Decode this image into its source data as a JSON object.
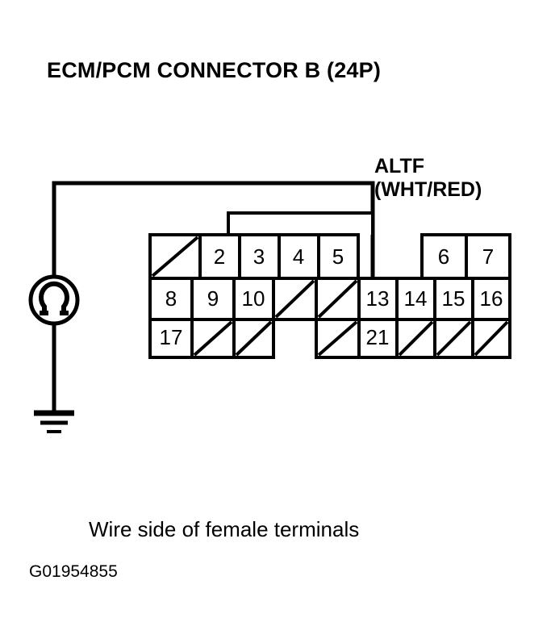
{
  "title": "ECM/PCM CONNECTOR B (24P)",
  "wire": {
    "signal_name": "ALTF",
    "wire_color": "(WHT/RED)",
    "terminal": 13
  },
  "caption": "Wire side of female terminals",
  "figure_id": "G01954855",
  "meter": {
    "symbol": "Ω",
    "name": "ohmmeter"
  },
  "connector": {
    "pin_count": 24,
    "rows": [
      {
        "row": 1,
        "cells": [
          {
            "label": "",
            "blank": true,
            "wide": true
          },
          {
            "label": "2",
            "blank": false
          },
          {
            "label": "3",
            "blank": false
          },
          {
            "label": "4",
            "blank": false
          },
          {
            "label": "5",
            "blank": false
          },
          {
            "label": "",
            "gap": true
          },
          {
            "label": "6",
            "blank": false
          },
          {
            "label": "7",
            "blank": false
          }
        ]
      },
      {
        "row": 2,
        "cells": [
          {
            "label": "8",
            "blank": false
          },
          {
            "label": "9",
            "blank": false
          },
          {
            "label": "10",
            "blank": false
          },
          {
            "label": "",
            "blank": true
          },
          {
            "label": "",
            "blank": true
          },
          {
            "label": "13",
            "blank": false
          },
          {
            "label": "14",
            "blank": false
          },
          {
            "label": "15",
            "blank": false
          },
          {
            "label": "16",
            "blank": false
          }
        ]
      },
      {
        "row": 3,
        "cells": [
          {
            "label": "17",
            "blank": false
          },
          {
            "label": "",
            "blank": true
          },
          {
            "label": "",
            "blank": true
          },
          {
            "label": "",
            "gap": true
          },
          {
            "label": "",
            "blank": true
          },
          {
            "label": "21",
            "blank": false
          },
          {
            "label": "",
            "blank": true
          },
          {
            "label": "",
            "blank": true
          },
          {
            "label": "",
            "blank": true
          }
        ]
      }
    ]
  },
  "colors": {
    "ink": "#000000",
    "paper": "#ffffff"
  }
}
